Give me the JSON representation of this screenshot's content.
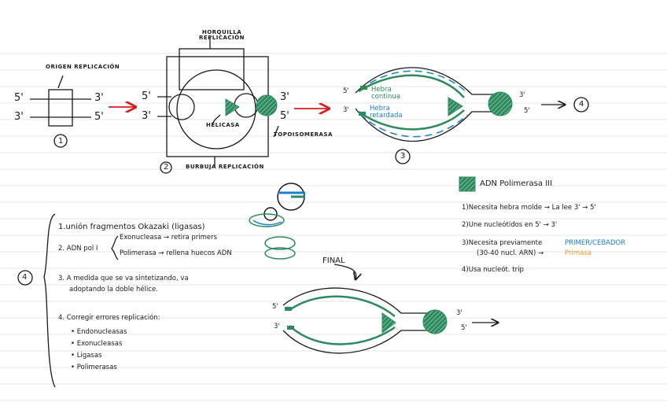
{
  "step1": {
    "label": "ORIGEN REPLICACIÓN",
    "five_left": "5'",
    "three_left": "3'",
    "three_right": "3'",
    "five_right": "5'",
    "number": "1"
  },
  "step2": {
    "fork_label": "HORQUILLA REPLICACIÓN",
    "helicase": "HELICASA",
    "topo": "TOPOISOMERASA",
    "bubble": "BURBUJA REPLICACIÓN",
    "five_left": "5'",
    "three_left": "3'",
    "three_right": "3'",
    "five_right": "5'",
    "number": "2"
  },
  "step3": {
    "five_left": "5'",
    "three_left": "3'",
    "leading": "Hebra continua",
    "lagging": "Hebra retardada",
    "three_right": "3'",
    "five_right": "5'",
    "number": "3",
    "next": "4"
  },
  "legend": {
    "polymerase": "ADN Polimerasa III",
    "item1": "1)Necesita hebra molde → La lee 3' → 5'",
    "item2": "2)Une nucleótidos en 5' → 3'",
    "item3_a": "3)Necesita previamente",
    "item3_b": "PRIMER/CEBADOR",
    "item3_c": "(30-40 nucl. ARN) →",
    "item3_d": "Primasa",
    "item4": "4)Usa nucleót. trip"
  },
  "step4": {
    "number": "4",
    "p1": "1.unión fragmentos Okazaki (ligasas)",
    "p2_head": "2. ADN pol I",
    "p2_a": "Exonucleasa → retira primers",
    "p2_b": "Polimerasa → rellena huecos ADN",
    "p3_a": "3. A medida que se va sintetizando, va",
    "p3_b": "adoptando la doble hélice.",
    "p4": "4. Corregir errores replicación:",
    "p4_items": [
      "Endonucleasas",
      "Exonucleasas",
      "Ligasas",
      "Polimerasas"
    ]
  },
  "final": {
    "label": "FINAL",
    "five_left": "5'",
    "three_left": "3'",
    "three_right": "3'",
    "five_right": "5'"
  },
  "colors": {
    "green": "#2d8a5e",
    "blue": "#1a7fd1",
    "red": "#d4201f",
    "orange": "#f0961e"
  }
}
